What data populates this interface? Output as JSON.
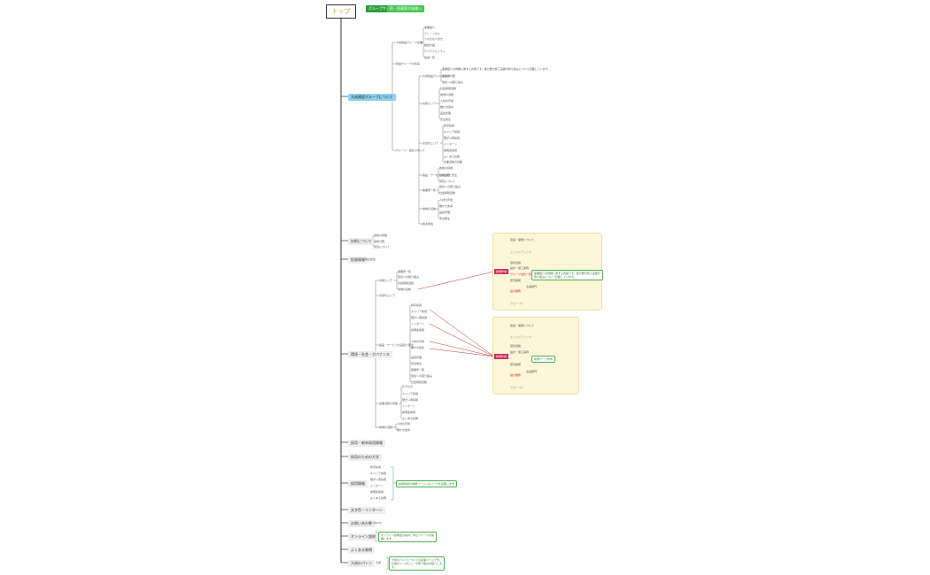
{
  "header": {
    "root_title": "トップ",
    "pill_a": "グループサイト",
    "pill_b": "IR・投資家の皆様へ",
    "pill_a_color": "#2e9e3c",
    "pill_b_color": "#4cc75a"
  },
  "level1": [
    {
      "label": "大成建設グループについて",
      "selected": true
    },
    {
      "label": "技術について"
    },
    {
      "label": "投資情報"
    },
    {
      "label": "環境・社会・ガバナンス"
    },
    {
      "label": "採用・新卒採用情報"
    },
    {
      "label": "採用のための大学"
    },
    {
      "label": "採用情報"
    },
    {
      "label": "文字色・インターン"
    },
    {
      "label": "お問い合わせ"
    },
    {
      "label": "オンライン説明"
    },
    {
      "label": "よくある質問"
    },
    {
      "label": "大成のパトン"
    }
  ],
  "branches_upper": [
    "大成建設グループ企業",
    "建設グループの将来"
  ],
  "branches_upper_children": [
    "事業紹介",
    "グループ会社",
    "大成建設の歴史",
    "経営計画",
    "サステナビリティ",
    "役員一覧"
  ],
  "branch_about_extra": [
    "大成建設グループについて",
    "グループ・会社について"
  ],
  "tech_children": [
    "技術の特徴",
    "技術分野",
    "研究について"
  ],
  "ir_child": "株主総会",
  "env_branches": [
    "共通エリア",
    "次世代エリア",
    "製品・サービスの品質と安全",
    "企業活動の基盤"
  ],
  "detail_nodes": [
    "事業所一覧",
    "環境への取り組み",
    "社会貢献活動",
    "地域の活動",
    "人材の育成",
    "働き方改革",
    "品質管理",
    "安全衛生"
  ],
  "panel_top": {
    "tag": "新規作成",
    "rows": [
      "建設・開発について",
      "エンジニアリング",
      "環境活動",
      "設計・施工事例",
      "グループ会社一覧",
      "研究開発",
      "設計業務",
      "企画部門",
      "グローバル"
    ],
    "note": "事業紹介の詳細に関する内容です。各分野の施工実績や取り組みについて記載しています。"
  },
  "panel_bottom": {
    "tag": "新規作成",
    "rows": [
      "建設・開発について",
      "エンジニアリング",
      "環境活動",
      "設計・施工事例",
      "グループ会社一覧",
      "研究開発",
      "設計業務",
      "企画部門",
      "グローバル"
    ],
    "note": "新規ページ作成"
  },
  "recruit_children": [
    "新卒採用",
    "キャリア採用",
    "障がい者採用",
    "インターン",
    "説明会情報",
    "よくある質問"
  ],
  "recruit_note": "採用情報の詳細ページへのリンクを記載します",
  "inquiry_child": "問い合わせ",
  "online_note": "オンライン説明会の案内と申込フォームを掲載します",
  "baton_child": "大成",
  "baton_note": "大成のバトンについての記事ページです。社員のインタビューや取り組みを紹介します。",
  "colors": {
    "line": "#333333",
    "selected": "#8fd3f0",
    "panel": "#fdf6d8",
    "tag": "#d22d5d",
    "link": "#d0342c",
    "note_border": "#4caf50"
  }
}
